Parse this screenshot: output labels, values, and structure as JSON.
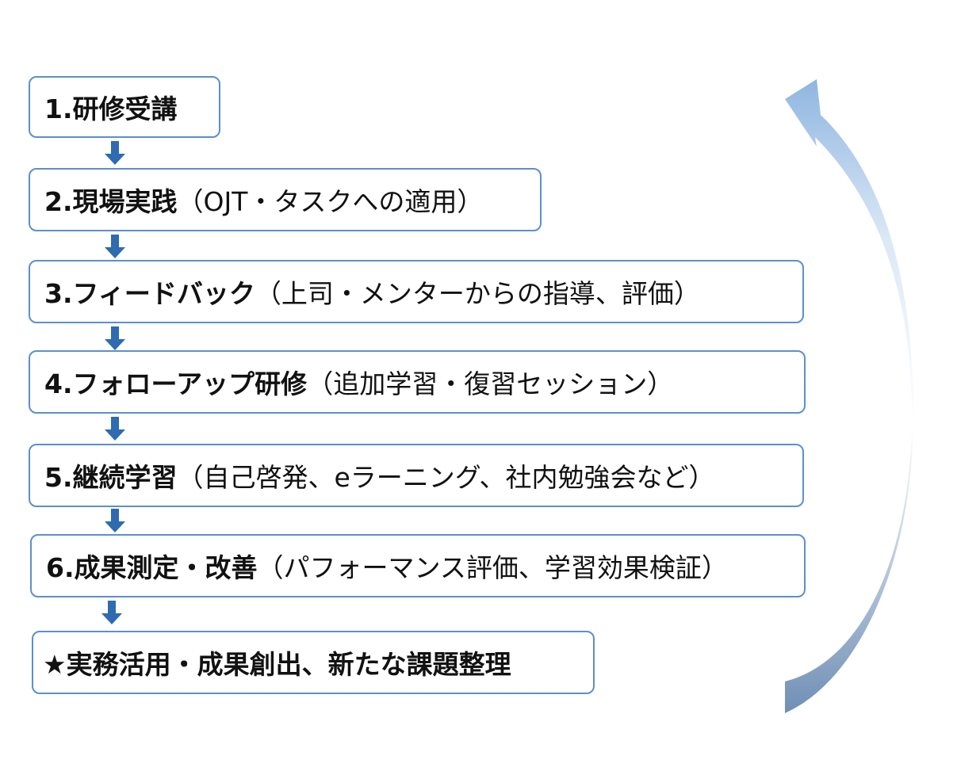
{
  "steps": [
    {
      "title": "1.研修受講",
      "detail": ""
    },
    {
      "title": "2.現場実践",
      "detail": "（OJT・タスクへの適用）"
    },
    {
      "title": "3.フィードバック",
      "detail": "（上司・メンターからの指導、評価）"
    },
    {
      "title": "4.フォローアップ研修",
      "detail": "（追加学習・復習セッション）"
    },
    {
      "title": "5.継続学習",
      "detail": "（自己啓発、eラーニング、社内勉強会など）"
    },
    {
      "title": "6.成果測定・改善",
      "detail": "（パフォーマンス評価、学習効果検証）"
    },
    {
      "title": "★実務活用・成果創出、新たな課題整理",
      "detail": ""
    }
  ],
  "colors": {
    "box_border": "#5b8fd0",
    "down_arrow": "#2e6bb0",
    "cycle_arrow_top": "#8fb6e0",
    "cycle_arrow_bottom": "#6f8fb5"
  }
}
